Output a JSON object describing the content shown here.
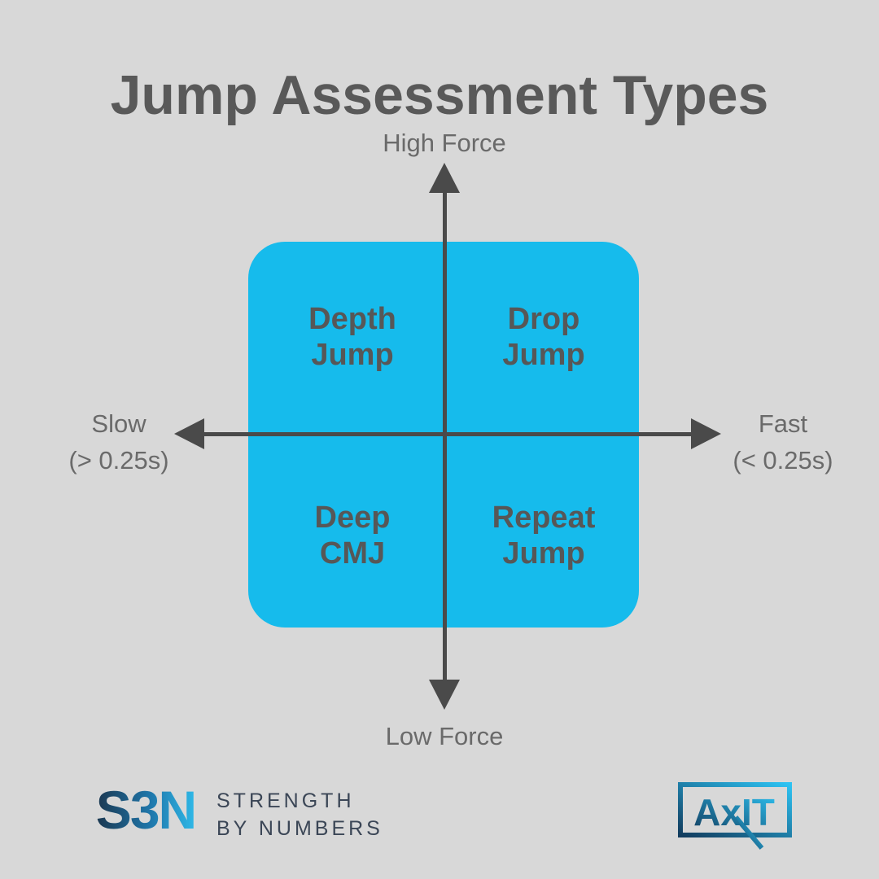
{
  "title": "Jump Assessment Types",
  "axis": {
    "top": "High Force",
    "bottom": "Low Force",
    "left": {
      "line1": "Slow",
      "line2": "(> 0.25s)"
    },
    "right": {
      "line1": "Fast",
      "line2": "(< 0.25s)"
    }
  },
  "quadrants": {
    "top_left": {
      "line1": "Depth",
      "line2": "Jump"
    },
    "top_right": {
      "line1": "Drop",
      "line2": "Jump"
    },
    "bottom_left": {
      "line1": "Deep",
      "line2": "CMJ"
    },
    "bottom_right": {
      "line1": "Repeat",
      "line2": "Jump"
    }
  },
  "footer": {
    "sbn": {
      "mark": "S3N",
      "wordmark_line1": "STRENGTH",
      "wordmark_line2": "BY NUMBERS"
    },
    "axit": {
      "mark": "AxIT"
    }
  },
  "colors": {
    "background": "#d8d8d8",
    "quadrant_box_blue": "#16bbec",
    "axis_gray": "#4a4a4a",
    "title_text": "#595959",
    "quadrant_text": "#575757",
    "axis_label_text": "#6a6a6a",
    "sbn_gradient_start": "#1b3750",
    "sbn_gradient_end": "#2fb9e8",
    "sbn_wordmark_text": "#3b4656",
    "axit_gradient_start": "#123c5e",
    "axit_gradient_end": "#2dc2f2"
  }
}
